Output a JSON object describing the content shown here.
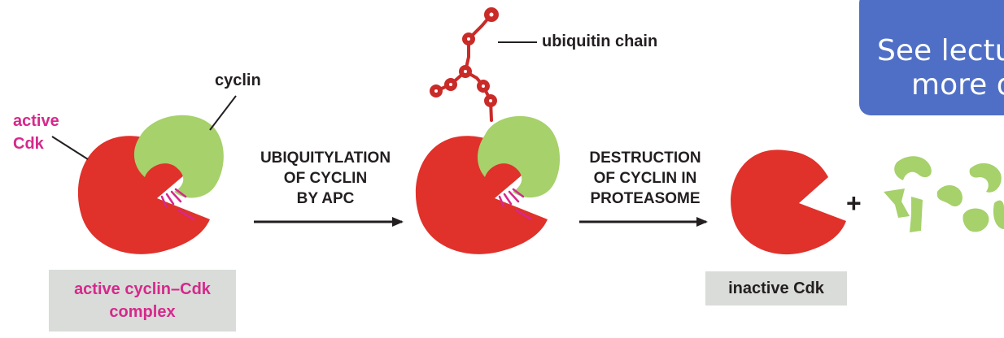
{
  "labels": {
    "active_cdk": [
      "active",
      "Cdk"
    ],
    "cyclin": "cyclin",
    "ubiquitin_chain": "ubiquitin chain",
    "complex_box": [
      "active cyclin–Cdk",
      "complex"
    ],
    "inactive_box": "inactive Cdk",
    "plus": "+"
  },
  "steps": {
    "ubiquitylation": [
      "UBIQUITYLATION",
      "OF CYCLIN",
      "BY APC"
    ],
    "destruction": [
      "DESTRUCTION",
      "OF CYCLIN IN",
      "PROTEASOME"
    ]
  },
  "callout": {
    "line1": "See lectu",
    "line2": "more d"
  },
  "colors": {
    "cdk_red": "#e0312b",
    "cyclin_green": "#a6d16b",
    "magenta": "#d6288c",
    "ubiquitin_red": "#c92b28",
    "box_gray": "#d9dcd9",
    "callout_blue": "#4f6fc6",
    "text_dark": "#231f20"
  }
}
